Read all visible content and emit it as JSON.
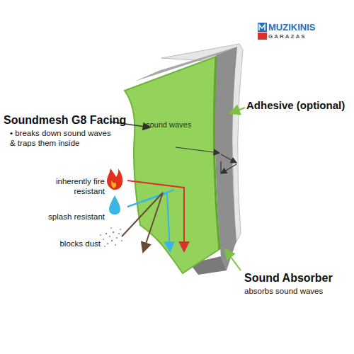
{
  "diagram": {
    "labels": [
      "Soundmesh G8 Facing",
      "• breaks down sound waves & traps them inside",
      "sound waves",
      "Adhesive (optional)",
      "inherently fire resistant",
      "splash resistant",
      "blocks dust",
      "Sound Absorber",
      "absorbs sound waves",
      "MUZIKINIS",
      "GARAZAS"
    ]
  }
}
